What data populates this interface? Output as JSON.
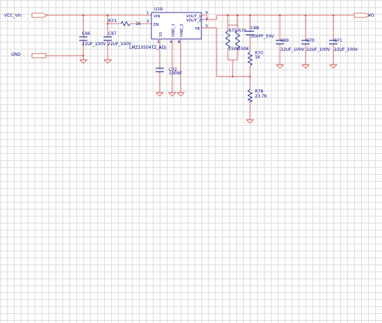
{
  "nets": {
    "vin": "VCC_Vin",
    "gnd": "GND",
    "vout": "VO"
  },
  "ic": {
    "ref": "U19",
    "part": "LMZ10504TZ_ADJ",
    "pins_left": {
      "vin": "VIN",
      "vin_num": "1",
      "en": "EN",
      "en_num": "2"
    },
    "pins_right": {
      "vout1": "VOUT_1",
      "vout1_num": "6",
      "vout2": "VOUT_2",
      "vout2_num": "7",
      "fb": "FB",
      "fb_num": "5"
    },
    "pins_bottom": {
      "ss": "SS",
      "ss_num": "3",
      "gnd1": "GND_1",
      "gnd1_num": "4",
      "gnd2": "GND_2",
      "gnd2_num": "8"
    }
  },
  "components": {
    "C66": {
      "ref": "C66",
      "value": "22UF_100V"
    },
    "C67": {
      "ref": "C67",
      "value": "22UF_100V"
    },
    "R73": {
      "ref": "R73",
      "value": "1K"
    },
    "C72": {
      "ref": "C72",
      "value": "100NF"
    },
    "R75": {
      "ref": "R75",
      "value": "150K"
    },
    "R76": {
      "ref": "R76",
      "value": "150K"
    },
    "C68": {
      "ref": "C68",
      "value": "100PF_50V"
    },
    "R70": {
      "ref": "R70",
      "value": "1K"
    },
    "R78": {
      "ref": "R78",
      "value": "23.7K"
    },
    "C69": {
      "ref": "C69",
      "value": "22UF_100V"
    },
    "C70": {
      "ref": "C70",
      "value": "22UF_100V"
    },
    "C71": {
      "ref": "C71",
      "value": "22UF_100V"
    }
  },
  "colors": {
    "wire": "#d04848",
    "body": "#000088",
    "text": "#000088",
    "ic_fill": "#ffffff"
  }
}
